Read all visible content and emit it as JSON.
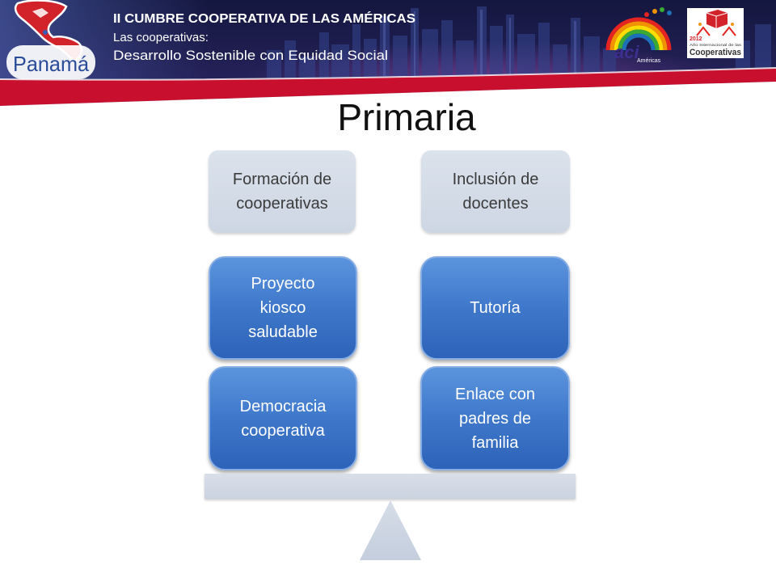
{
  "header": {
    "panama_logo": "Panamá",
    "event_title": "II CUMBRE COOPERATIVA DE LAS AMÉRICAS",
    "subtitle": "Las cooperativas:",
    "theme": "Desarrollo Sostenible con Equidad Social",
    "aci_logo": {
      "letters": "aci",
      "region": "Américas"
    },
    "iyc_logo": {
      "year": "2012",
      "line": "Año Internacional de las",
      "brand": "Cooperativas"
    }
  },
  "slide": {
    "title": "Primaria",
    "balance": {
      "left": {
        "top": "Formación de cooperativas",
        "upper": "Proyecto kiosco saludable",
        "lower": "Democracia cooperativa"
      },
      "right": {
        "top": "Inclusión de docentes",
        "upper": "Tutoría",
        "lower": "Enlace con padres de familia"
      }
    }
  },
  "colors": {
    "banner_navy": "#1c1f52",
    "banner_red": "#c8102e",
    "box_light": "#d3dbe6",
    "box_blue": "#3a74c9",
    "box_text_dark": "#3b3b3b",
    "title_text": "#111111",
    "fulcrum": "#c9d2e0"
  }
}
